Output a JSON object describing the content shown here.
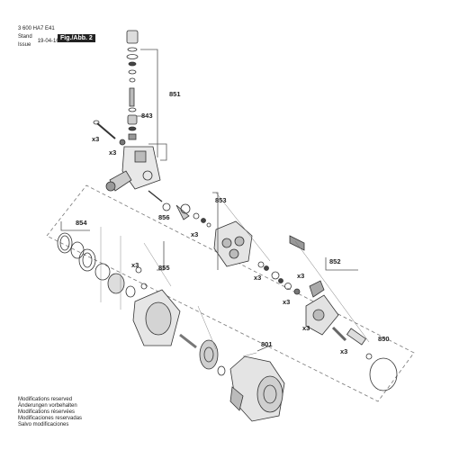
{
  "header": {
    "part_number": "3 600 HA7 E41",
    "stand_label": "Stand",
    "issue_label": "Issue",
    "issue_date": "19-04-16",
    "figure_label": "Fig./Abb. 2"
  },
  "callouts": {
    "g851": "851",
    "g843": "843",
    "g853": "853",
    "g852": "852",
    "g854": "854",
    "g855": "855",
    "g856": "856",
    "g801": "801",
    "g850": "850"
  },
  "qty": {
    "x3": "x3"
  },
  "footer": {
    "lines": [
      "Modifications reserved",
      "Änderungen vorbehalten",
      "Modifications réservées",
      "Modificaciones reservadas",
      "Salvo modificaciones"
    ]
  }
}
